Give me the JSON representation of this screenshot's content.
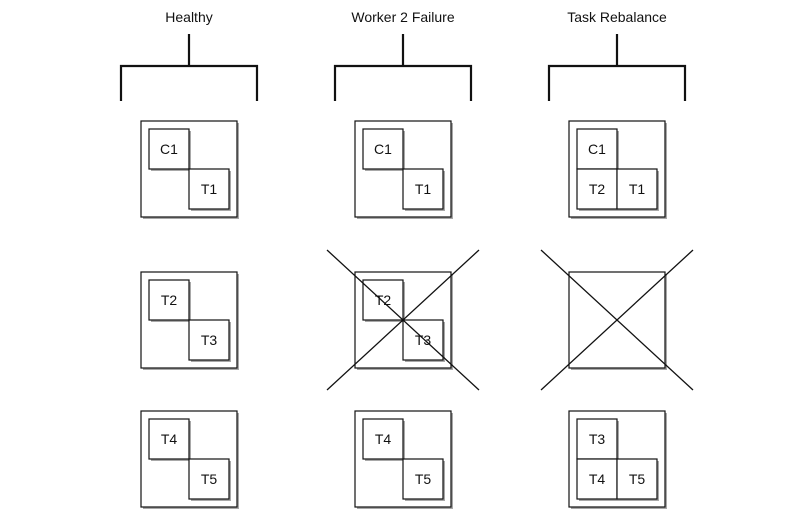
{
  "columns": [
    {
      "title": "Healthy",
      "workers": [
        {
          "layout": "diagonal",
          "top_left": "C1",
          "bottom_right": "T1",
          "failed": false
        },
        {
          "layout": "diagonal",
          "top_left": "T2",
          "bottom_right": "T3",
          "failed": false
        },
        {
          "layout": "diagonal",
          "top_left": "T4",
          "bottom_right": "T5",
          "failed": false
        }
      ]
    },
    {
      "title": "Worker 2 Failure",
      "workers": [
        {
          "layout": "diagonal",
          "top_left": "C1",
          "bottom_right": "T1",
          "failed": false
        },
        {
          "layout": "diagonal",
          "top_left": "T2",
          "bottom_right": "T3",
          "failed": true
        },
        {
          "layout": "diagonal",
          "top_left": "T4",
          "bottom_right": "T5",
          "failed": false
        }
      ]
    },
    {
      "title": "Task Rebalance",
      "workers": [
        {
          "layout": "l-shape",
          "top_left": "C1",
          "bottom_left": "T2",
          "bottom_right": "T1",
          "failed": false
        },
        {
          "layout": "empty",
          "failed": true
        },
        {
          "layout": "l-shape",
          "top_left": "T3",
          "bottom_left": "T4",
          "bottom_right": "T5",
          "failed": false
        }
      ]
    }
  ],
  "colors": {
    "stroke": "#111111",
    "shadow": "#a8a8a8",
    "background": "#ffffff"
  }
}
